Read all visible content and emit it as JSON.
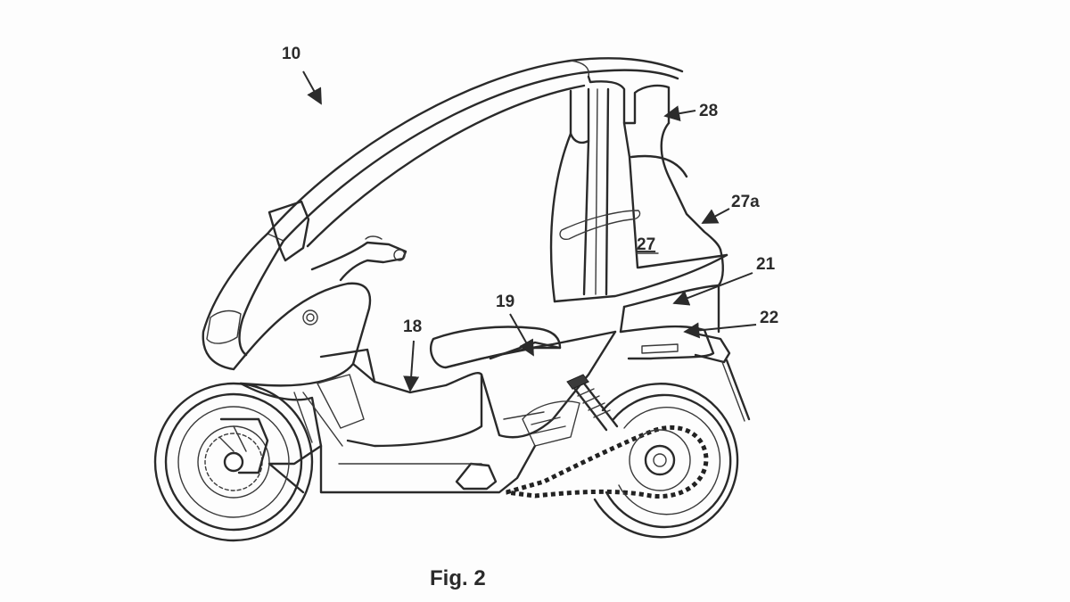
{
  "figure": {
    "caption": "Fig. 2",
    "reference_numerals": {
      "vehicle": "10",
      "roof_frame": "28",
      "backrest_side": "27a",
      "backrest": "27",
      "rear_body": "21",
      "rear_carrier": "22",
      "seat_tunnel": "19",
      "footboard": "18"
    }
  }
}
